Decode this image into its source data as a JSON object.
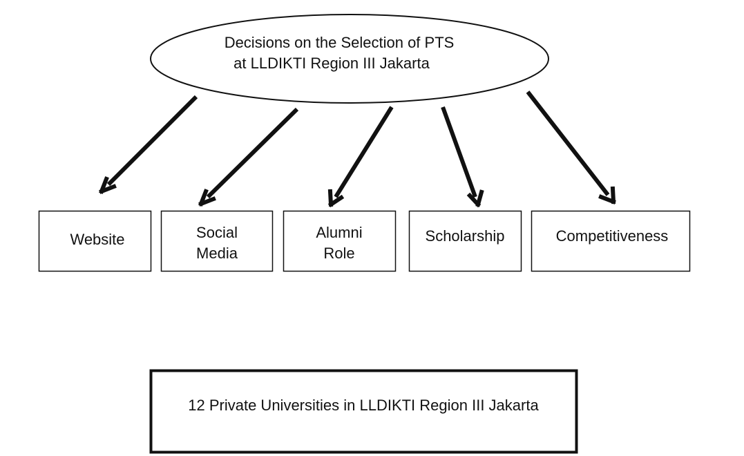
{
  "root": {
    "lines": [
      "Decisions on the Selection of PTS",
      "at LLDIKTI Region III Jakarta"
    ]
  },
  "factors": [
    {
      "lines": [
        "Website"
      ]
    },
    {
      "lines": [
        "Social",
        "Media"
      ]
    },
    {
      "lines": [
        "Alumni",
        "Role"
      ]
    },
    {
      "lines": [
        "Scholarship"
      ]
    },
    {
      "lines": [
        "Competitiveness"
      ]
    }
  ],
  "population": {
    "lines": [
      "12 Private Universities in LLDIKTI Region III Jakarta"
    ]
  },
  "colors": {
    "stroke": "#111111",
    "background": "#ffffff"
  }
}
